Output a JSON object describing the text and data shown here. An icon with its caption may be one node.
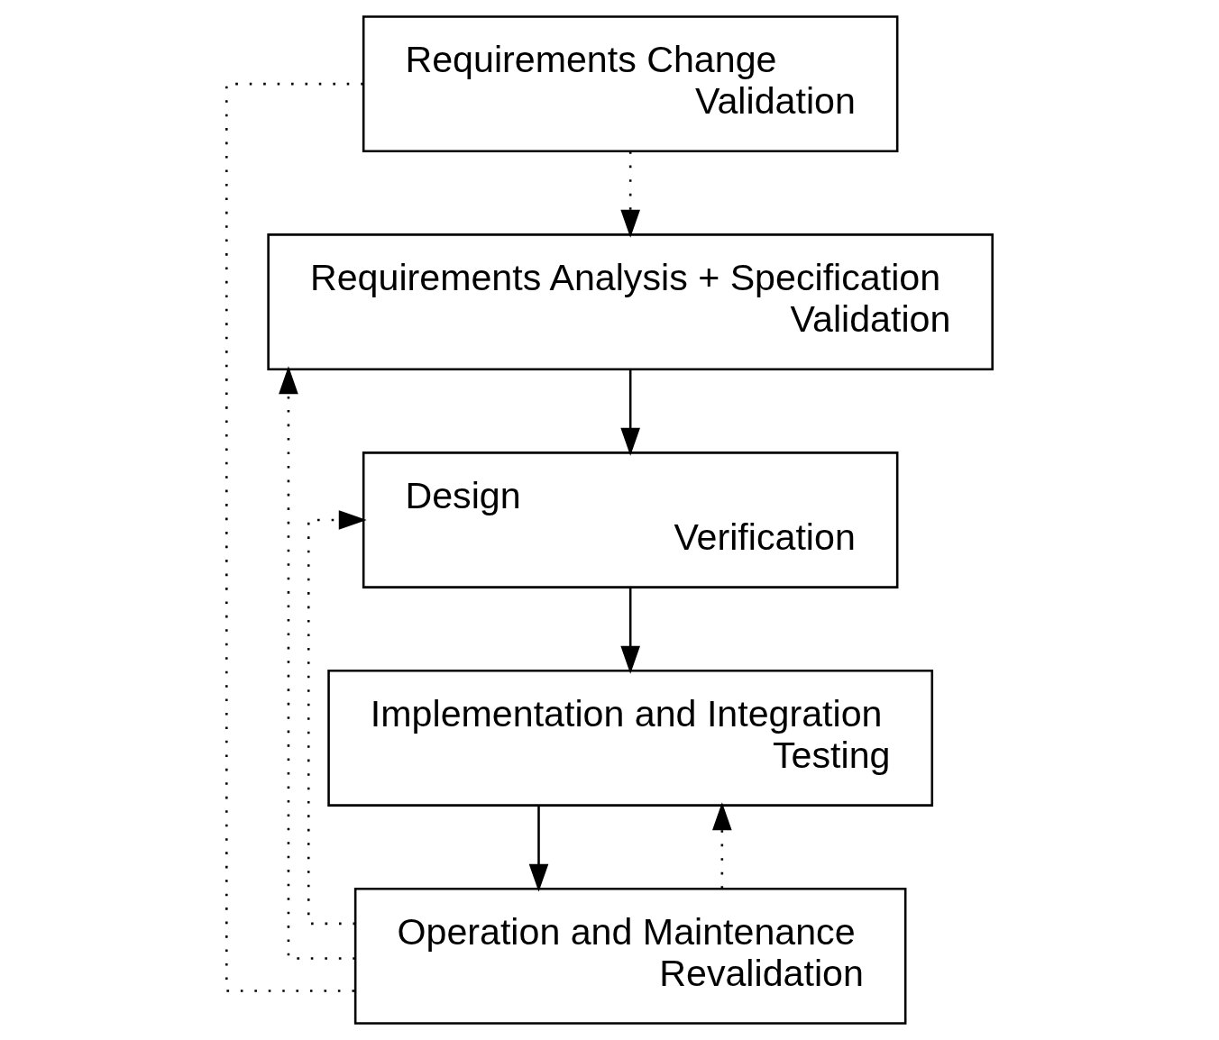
{
  "diagram": {
    "nodes": [
      {
        "text": [
          "Requirements Change",
          "Validation"
        ]
      },
      {
        "text": [
          "Requirements Analysis + Specification",
          "Validation"
        ]
      },
      {
        "text": [
          "Design",
          "Verification"
        ]
      },
      {
        "text": [
          "Implementation and Integration",
          "Testing"
        ]
      },
      {
        "text": [
          "Operation and Maintenance",
          "Revalidation"
        ]
      }
    ],
    "edges": [
      {
        "from": 0,
        "to": 1,
        "arrow": "to",
        "style": "dashed"
      },
      {
        "from": 1,
        "to": 2,
        "arrow": "to"
      },
      {
        "from": 2,
        "to": 3,
        "arrow": "to"
      },
      {
        "from": 3,
        "to": 4,
        "arrow": "to"
      },
      {
        "from": 4,
        "to": 1,
        "arrow": "to",
        "style": "dashed"
      },
      {
        "from": 4,
        "to": 2,
        "arrow": "to",
        "style": "dashed"
      },
      {
        "from": 4,
        "to": 3,
        "arrow": "to",
        "style": "dashed"
      },
      {
        "from": 0,
        "to": 4,
        "arrow": "none",
        "style": "dashed"
      }
    ]
  }
}
